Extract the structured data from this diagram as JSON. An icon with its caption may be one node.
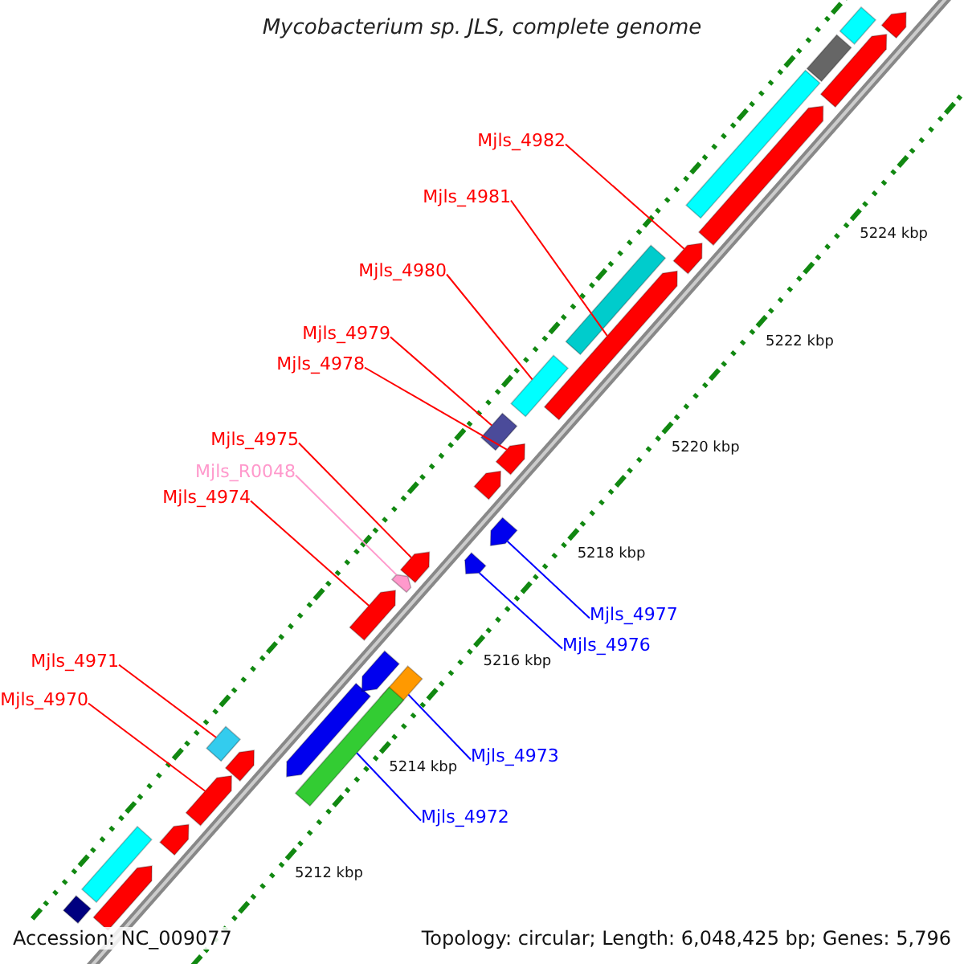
{
  "diagram": {
    "title": "Mycobacterium sp. JLS, complete genome",
    "nodes": [
      {
        "text": [
          "Mjls_4982"
        ]
      },
      {
        "text": [
          "Mjls_4981"
        ]
      },
      {
        "text": [
          "Mjls_4980"
        ]
      },
      {
        "text": [
          "Mjls_4979"
        ]
      },
      {
        "text": [
          "Mjls_4978"
        ]
      },
      {
        "text": [
          "Mjls_4975"
        ]
      },
      {
        "text": [
          "Mjls_R0048"
        ]
      },
      {
        "text": [
          "Mjls_4974"
        ]
      },
      {
        "text": [
          "Mjls_4977"
        ]
      },
      {
        "text": [
          "Mjls_4976"
        ]
      },
      {
        "text": [
          "Mjls_4971"
        ]
      },
      {
        "text": [
          "Mjls_4970"
        ]
      },
      {
        "text": [
          "Mjls_4973"
        ]
      },
      {
        "text": [
          "Mjls_4972"
        ]
      },
      {
        "text": [],
        "shape": "bar"
      },
      {
        "text": [],
        "shape": "bar"
      },
      {
        "text": [],
        "shape": "bar"
      },
      {
        "text": [],
        "shape": "bar"
      },
      {
        "text": [],
        "shape": "bar"
      },
      {
        "text": [],
        "shape": "bar"
      },
      {
        "text": [],
        "shape": "bar"
      },
      {
        "text": [],
        "shape": "bar"
      },
      {
        "text": [],
        "shape": "bar"
      },
      {
        "text": [],
        "shape": "bar"
      },
      {
        "text": [],
        "shape": "bar"
      },
      {
        "text": [],
        "shape": "bar"
      },
      {
        "text": [],
        "shape": "bar"
      },
      {
        "text": [],
        "shape": "bar"
      },
      {
        "text": [],
        "shape": "bar"
      },
      {
        "text": [],
        "shape": "bar"
      },
      {
        "text": [],
        "shape": "bar"
      },
      {
        "text": [],
        "shape": "bar"
      },
      {
        "text": [],
        "shape": "bar"
      },
      {
        "text": [],
        "shape": "bar"
      },
      {
        "text": [],
        "shape": "bar"
      },
      {
        "text": [],
        "shape": "bar"
      },
      {
        "text": [],
        "shape": "bar"
      },
      {
        "text": [],
        "shape": "bar"
      },
      {
        "text": [],
        "shape": "bar"
      },
      {
        "text": [],
        "shape": "bar"
      },
      {
        "text": [],
        "shape": "bar"
      },
      {
        "text": [],
        "shape": "bar"
      },
      {
        "text": [],
        "shape": "bar"
      }
    ],
    "edges": [
      {
        "from": 0,
        "to": 14,
        "arrow": "none"
      },
      {
        "from": 1,
        "to": 15,
        "arrow": "none"
      },
      {
        "from": 2,
        "to": 16,
        "arrow": "none"
      },
      {
        "from": 3,
        "to": 17,
        "arrow": "none"
      },
      {
        "from": 4,
        "to": 18,
        "arrow": "none"
      },
      {
        "from": 5,
        "to": 19,
        "arrow": "none"
      },
      {
        "from": 6,
        "to": 20,
        "arrow": "none",
        "color": "#ff99cc"
      },
      {
        "from": 7,
        "to": 21,
        "arrow": "none"
      },
      {
        "from": 8,
        "to": 22,
        "arrow": "none",
        "color": "#0000ff"
      },
      {
        "from": 9,
        "to": 23,
        "arrow": "none",
        "color": "#0000ff"
      },
      {
        "from": 10,
        "to": 24,
        "arrow": "none"
      },
      {
        "from": 11,
        "to": 25,
        "arrow": "none"
      },
      {
        "from": 12,
        "to": 26,
        "arrow": "none",
        "color": "#0000ff"
      },
      {
        "from": 13,
        "to": 27,
        "arrow": "none",
        "color": "#0000ff"
      }
    ],
    "labels": [
      "5224 kbp",
      "5222 kbp",
      "5220 kbp",
      "5218 kbp",
      "5216 kbp",
      "5214 kbp",
      "5212 kbp",
      "Accession: NC_009077",
      "Topology: circular; Length: 6,048,425 bp; Genes: 5,796"
    ]
  }
}
